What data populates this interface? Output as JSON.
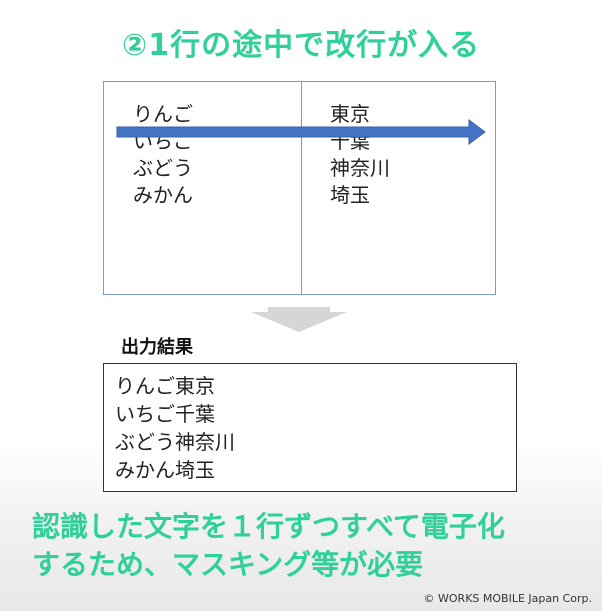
{
  "title": "②1行の途中で改行が入る",
  "document": {
    "left_column": [
      "りんご",
      "いちご",
      "ぶどう",
      "みかん"
    ],
    "right_column": [
      "東京",
      "千葉",
      "神奈川",
      "埼玉"
    ]
  },
  "output": {
    "label": "出力結果",
    "lines": [
      "りんご東京",
      "いちご千葉",
      "ぶどう神奈川",
      "みかん埼玉"
    ]
  },
  "conclusion": {
    "lines": [
      "認識した文字を１行ずつすべて電子化",
      "するため、マスキング等が必要"
    ]
  },
  "copyright": "© WORKS MOBILE Japan Corp.",
  "colors": {
    "accent_green": "#2fd09a",
    "arrow_blue": "#4472c4",
    "border_blue": "#7a9cc7",
    "down_arrow_gray": "#d6d6d6"
  },
  "icons": {
    "reading_arrow": "right-arrow-icon",
    "flow_arrow": "down-arrow-icon"
  }
}
